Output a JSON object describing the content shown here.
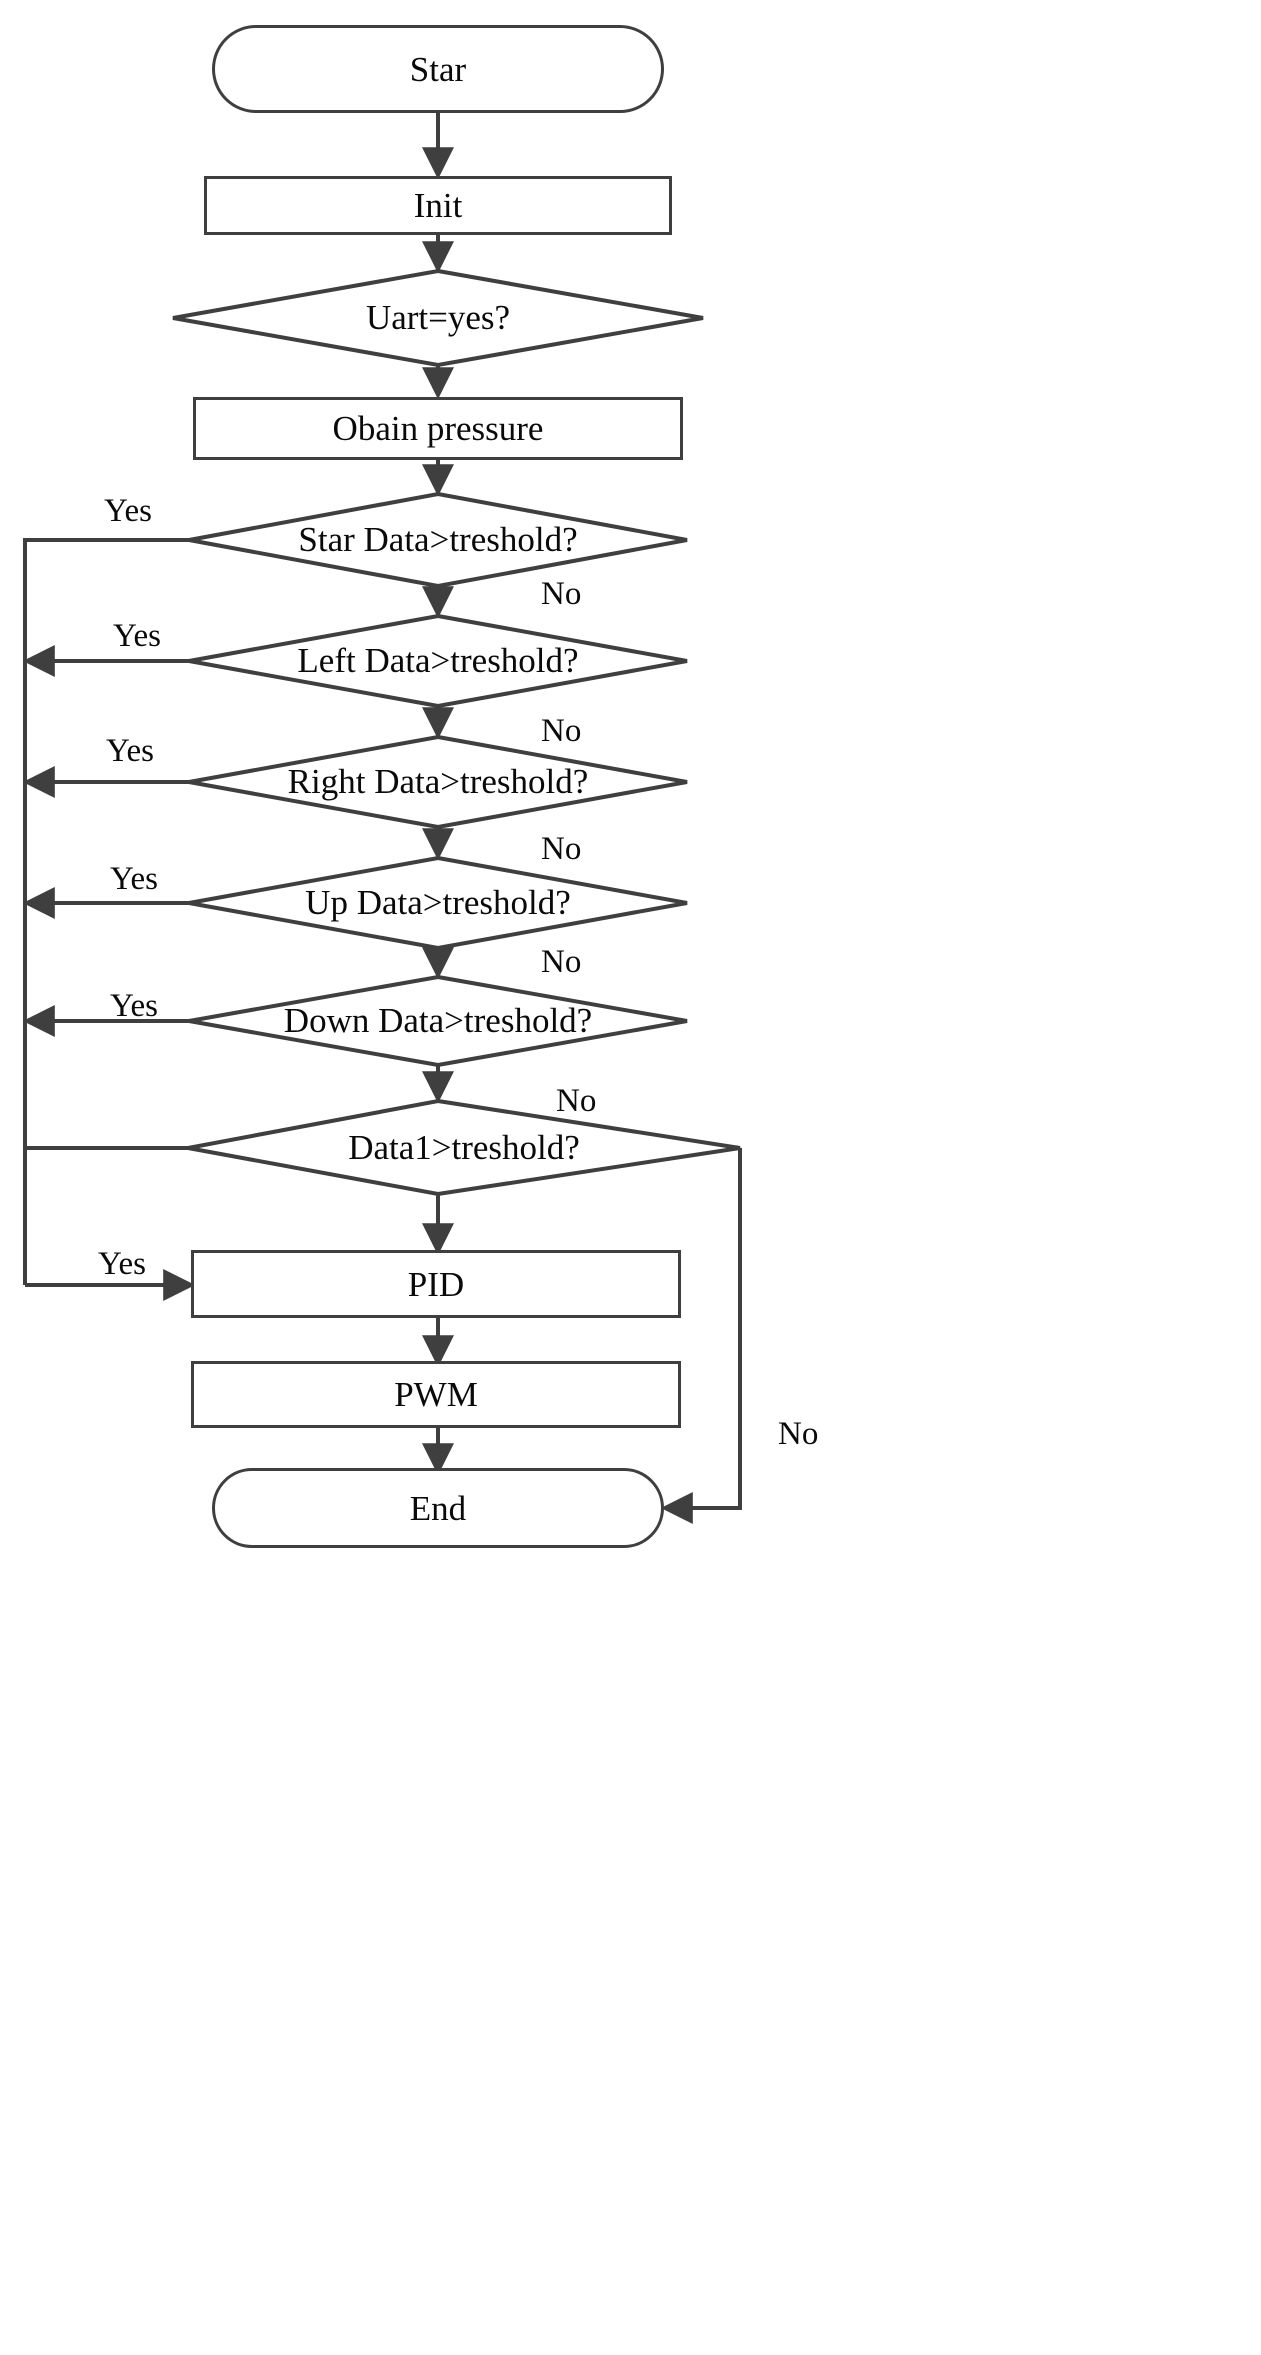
{
  "diagram": {
    "type": "flowchart",
    "title": "",
    "stroke_color": "#3f3f3f",
    "text_color": "#0a0a0a",
    "background_color": "#ffffff",
    "nodes": [
      {
        "id": "start",
        "shape": "terminator",
        "label": "Star"
      },
      {
        "id": "init",
        "shape": "process",
        "label": "Init"
      },
      {
        "id": "uart",
        "shape": "decision",
        "label": "Uart=yes?"
      },
      {
        "id": "obtain",
        "shape": "process",
        "label": "Obain pressure"
      },
      {
        "id": "d_star",
        "shape": "decision",
        "label": "Star Data>treshold?"
      },
      {
        "id": "d_left",
        "shape": "decision",
        "label": "Left Data>treshold?"
      },
      {
        "id": "d_right",
        "shape": "decision",
        "label": "Right Data>treshold?"
      },
      {
        "id": "d_up",
        "shape": "decision",
        "label": "Up Data>treshold?"
      },
      {
        "id": "d_down",
        "shape": "decision",
        "label": "Down Data>treshold?"
      },
      {
        "id": "d_data1",
        "shape": "decision",
        "label": "Data1>treshold?"
      },
      {
        "id": "pid",
        "shape": "process",
        "label": "PID"
      },
      {
        "id": "pwm",
        "shape": "process",
        "label": "PWM"
      },
      {
        "id": "end",
        "shape": "terminator",
        "label": "End"
      }
    ],
    "edge_labels": {
      "yes_star": "Yes",
      "yes_left": "Yes",
      "yes_right": "Yes",
      "yes_up": "Yes",
      "yes_down": "Yes",
      "yes_pid": "Yes",
      "no_star": "No",
      "no_left": "No",
      "no_right": "No",
      "no_up": "No",
      "no_down": "No",
      "no_end": "No"
    },
    "edges": [
      {
        "from": "start",
        "to": "init",
        "label": ""
      },
      {
        "from": "init",
        "to": "uart",
        "label": ""
      },
      {
        "from": "uart",
        "to": "obtain",
        "label": ""
      },
      {
        "from": "obtain",
        "to": "d_star",
        "label": ""
      },
      {
        "from": "d_star",
        "to": "pid",
        "label": "Yes"
      },
      {
        "from": "d_star",
        "to": "d_left",
        "label": "No"
      },
      {
        "from": "d_left",
        "to": "pid",
        "label": "Yes"
      },
      {
        "from": "d_left",
        "to": "d_right",
        "label": "No"
      },
      {
        "from": "d_right",
        "to": "pid",
        "label": "Yes"
      },
      {
        "from": "d_right",
        "to": "d_up",
        "label": "No"
      },
      {
        "from": "d_up",
        "to": "pid",
        "label": "Yes"
      },
      {
        "from": "d_up",
        "to": "d_down",
        "label": "No"
      },
      {
        "from": "d_down",
        "to": "pid",
        "label": "Yes"
      },
      {
        "from": "d_down",
        "to": "d_data1",
        "label": "No"
      },
      {
        "from": "d_data1",
        "to": "pid",
        "label": "Yes"
      },
      {
        "from": "d_data1",
        "to": "end",
        "label": "No"
      },
      {
        "from": "pid",
        "to": "pwm",
        "label": ""
      },
      {
        "from": "pwm",
        "to": "end",
        "label": ""
      }
    ]
  }
}
